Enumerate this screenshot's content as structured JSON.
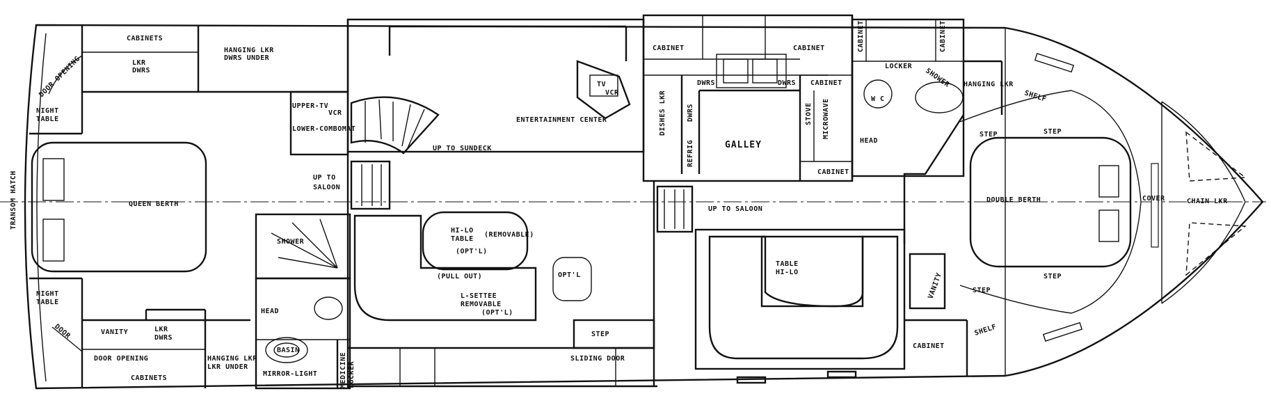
{
  "labels": {
    "cabinets_top": "CABINETS",
    "lkr_dwrs_top": "LKR",
    "lkr_dwrs_top_2": "DWRS",
    "hanging_lkr_top": "HANGING LKR",
    "hanging_lkr_top_2": "DWRS UNDER",
    "door_hinge_top": "DOOR OPENING",
    "night_table_top": "NIGHT",
    "night_table_top_2": "TABLE",
    "transom_hatch": "TRANSOM HATCH",
    "queen_berth": "QUEEN BERTH",
    "upper_tv_vcr": "UPPER-TV",
    "upper_tv_vcr_2": "VCR",
    "lower_combomat": "LOWER-COMBOMAT",
    "up_to_saloon_aft": "UP TO",
    "up_to_saloon_aft_2": "SALOON",
    "up_to_sundeck": "UP TO SUNDECK",
    "shower": "SHOWER",
    "head_aft": "HEAD",
    "basin": "BASIN",
    "mirror_light": "MIRROR-LIGHT",
    "medicine_locker": "MEDICINE",
    "medicine_locker_2": "LOCKER",
    "night_table_bottom": "NIGHT",
    "night_table_bottom_2": "TABLE",
    "vanity_aft": "VANITY",
    "lkr_dwrs_bottom": "LKR",
    "lkr_dwrs_bottom_2": "DWRS",
    "door_bottom": "DOOR",
    "door_opening_bottom": "DOOR OPENING",
    "cabinets_bottom": "CABINETS",
    "hanging_lkr_bottom": "HANGING LKR",
    "hanging_lkr_bottom_2": "LKR UNDER",
    "entertainment_center": "ENTERTAINMENT CENTER",
    "tv_vcr": "TV",
    "tv_vcr_2": "VCR",
    "hi_lo_table": "HI-LO",
    "hi_lo_table_2": "TABLE",
    "removable": "(REMOVABLE)",
    "optl": "(OPT'L)",
    "pull_out": "(PULL OUT)",
    "l_settee": "L-SETTEE",
    "removable_2": "REMOVABLE",
    "optl_2": "(OPT'L)",
    "chair_optl": "OPT'L",
    "step_saloon": "STEP",
    "sliding_door": "SLIDING DOOR",
    "up_to_saloon_fwd": "UP TO SALOON",
    "cabinet_galley_1": "CABINET",
    "cabinet_galley_2": "CABINET",
    "dishes_lkr": "DISHES LKR",
    "dwrs_1": "DWRS",
    "dwrs_2": "DWRS",
    "cabinet_galley_3": "CABINET",
    "refrig": "REFRIG",
    "dwrs_3": "DWRS",
    "galley": "GALLEY",
    "stove": "STOVE",
    "microwave": "MICROWAVE",
    "cabinet_galley_4": "CABINET",
    "table_hi_lo": "TABLE",
    "table_hi_lo_2": "HI-LO",
    "cabinet_top_fwd": "CABINET",
    "locker": "LOCKER",
    "cabinet_fwd_2": "CABINET",
    "wc": "W C",
    "head_fwd": "HEAD",
    "shower_fwd": "SHOWER",
    "hanging_lkr_fwd": "HANGING LKR",
    "shelf_top": "SHELF",
    "step_top_1": "STEP",
    "step_top_2": "STEP",
    "double_berth": "DOUBLE BERTH",
    "vanity_fwd": "VANITY",
    "step_bottom_1": "STEP",
    "step_bottom_2": "STEP",
    "cabinet_fwd_bottom": "CABINET",
    "shelf_bottom": "SHELF",
    "chain_lkr": "CHAIN LKR",
    "cover": "COVER"
  }
}
